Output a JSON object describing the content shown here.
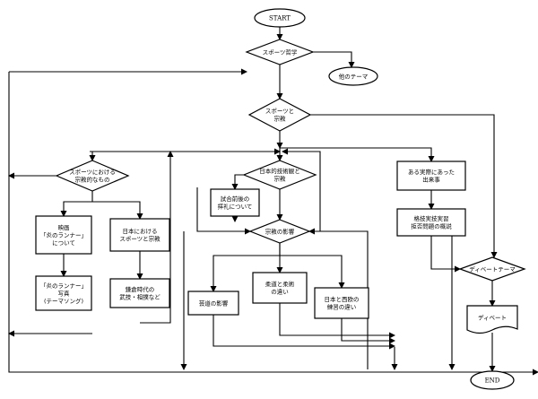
{
  "nodes": {
    "start": [
      "START"
    ],
    "sports_philosophy": [
      "スポーツ哲学"
    ],
    "other_theme": [
      "他のテーマ"
    ],
    "sports_religion": [
      "スポーツと",
      "宗教"
    ],
    "religious_in_sports": [
      "スポーツにおける",
      "宗教的なもの"
    ],
    "japanese_technique": [
      "日本的技術観と",
      "宗教"
    ],
    "actual_event": [
      "ある実際にあった",
      "出来事"
    ],
    "movie": [
      "映画",
      "「炎のランナー」",
      "について"
    ],
    "japan_sports_religion": [
      "日本における",
      "スポーツと宗教"
    ],
    "pre_post_match": [
      "試合前後の",
      "拝礼について"
    ],
    "combat_practice": [
      "格技実技実習",
      "拒否問題の概説"
    ],
    "religion_influence": [
      "宗教の影響"
    ],
    "debate_theme": [
      "ディベートテーマ"
    ],
    "photo_song": [
      "「炎のランナー」",
      "写真",
      "(テーマソング)"
    ],
    "kamakura": [
      "鎌倉時代の",
      "武技・相撲など"
    ],
    "judo": [
      "柔道と柔術",
      "の違い"
    ],
    "japan_west": [
      "日本と西欧の",
      "練習の違い"
    ],
    "geido": [
      "芸道の影響"
    ],
    "debate": [
      "ディベート"
    ],
    "end": [
      "END"
    ]
  }
}
